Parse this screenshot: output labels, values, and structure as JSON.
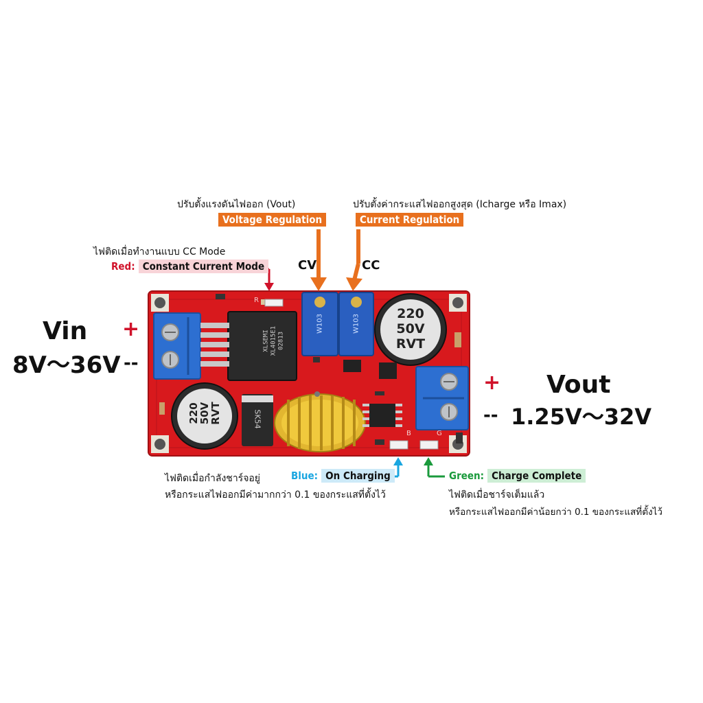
{
  "colors": {
    "orange": "#e8701e",
    "red_label": "#d0122a",
    "blue_label": "#1aa6e0",
    "green_label": "#1a9a3c",
    "pcb_red": "#d8191d"
  },
  "labels": {
    "vout_adjust_thai": "ปรับตั้งแรงดันไฟออก (Vout)",
    "voltage_regulation": "Voltage Regulation",
    "current_adjust_thai": "ปรับตั้งค่ากระแสไฟออกสูงสุด (Icharge หรือ Imax)",
    "current_regulation": "Current Regulation",
    "cv": "CV",
    "cc": "CC",
    "cc_mode_thai": "ไฟติดเมื่อทำงานแบบ CC Mode",
    "red_prefix": "Red:",
    "red_text": "Constant Current Mode",
    "vin_title": "Vin",
    "vin_range": "8V～36V",
    "vin_plus": "+",
    "vin_minus": "--",
    "vout_title": "Vout",
    "vout_range": "1.25V～32V",
    "vout_plus": "+",
    "vout_minus": "--",
    "blue_prefix": "Blue:",
    "blue_text": "On Charging",
    "charging_thai_1": "ไฟติดเมื่อกำลังชาร์จอยู่",
    "charging_thai_2": "หรือกระแสไฟออกมีค่ามากกว่า 0.1 ของกระแสที่ตั้งไว้",
    "green_prefix": "Green:",
    "green_text": "Charge Complete",
    "complete_thai_1": "ไฟติดเมื่อชาร์จเต็มแล้ว",
    "complete_thai_2": "หรือกระแสไฟออกมีค่าน้อยกว่า 0.1 ของกระแสที่ตั้งไว้"
  },
  "board": {
    "cap_text": [
      "220",
      "50V",
      "RVT"
    ],
    "ic_text": [
      "XLSEMI",
      "XL4015E1",
      "02813"
    ],
    "diode_text": "SK54",
    "pot1_text": "W103",
    "pot2_text": "W103",
    "r_label": "R",
    "b_label": "B",
    "g_label": "G"
  }
}
